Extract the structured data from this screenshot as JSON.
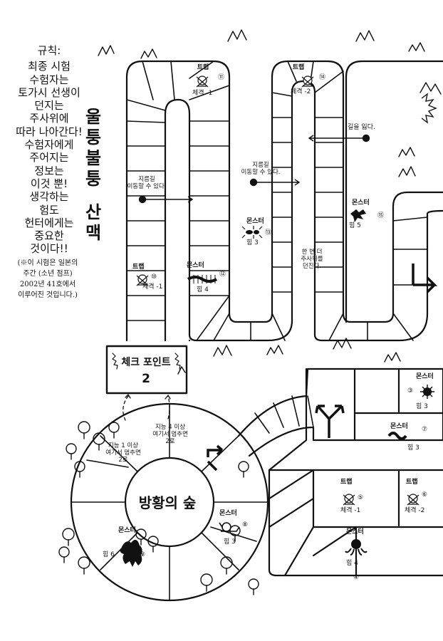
{
  "rules": {
    "heading": "규칙:",
    "lines": [
      "최종 시험",
      "수험자는",
      "토가시 선생이",
      "던지는",
      "주사위에",
      "따라 나아간다!",
      "수험자에게",
      "주어지는",
      "정보는",
      "이것 뿐!",
      "생각하는",
      "험도",
      "헌터에게는",
      "중요한",
      "것이다!!"
    ],
    "note": [
      "(※이 시험은 일본의",
      "주간 (소년 점프)",
      "2002년 41호에서",
      "이루어진 것입니다.)"
    ]
  },
  "mountain_title": [
    "울",
    "퉁",
    "불",
    "퉁",
    "산",
    "맥"
  ],
  "checkpoint": {
    "label": "체크 포인트",
    "number": "2"
  },
  "forest": {
    "label": "방황의 숲"
  },
  "spaces": {
    "s3": {
      "kind": "몬스터",
      "num": "③",
      "stat": "힘 3",
      "icon": "spiky-ball-icon"
    },
    "s4": {
      "kind": "몬스터",
      "num": "④",
      "stat": "힘 4",
      "icon": "octopus-icon"
    },
    "s5": {
      "kind": "트랩",
      "num": "⑤",
      "stat": "체격 -1",
      "icon": "skull-icon"
    },
    "s6": {
      "kind": "트랩",
      "num": "⑥",
      "stat": "체격 -2",
      "icon": "skull-icon"
    },
    "s7": {
      "kind": "몬스터",
      "num": "⑦",
      "stat": "힘 3",
      "icon": "snake-icon"
    },
    "s8": {
      "kind": "몬스터",
      "num": "⑧",
      "stat": "힘 3",
      "icon": "snail-icon"
    },
    "s9": {
      "kind": "몬스터",
      "num": "⑨",
      "stat": "힘 6",
      "icon": "beast-icon"
    },
    "s10": {
      "kind": "트랩",
      "num": "⑩",
      "stat": "체격 -1",
      "icon": "skull-icon"
    },
    "s11": {
      "kind": "트랩",
      "num": "⑪",
      "stat": "체격 -1",
      "icon": "skull-icon"
    },
    "s12": {
      "kind": "몬스터",
      "num": "⑫",
      "stat": "힘 4",
      "icon": "centipede-icon"
    },
    "s13": {
      "kind": "몬스터",
      "num": "⑬",
      "stat": "힘 3",
      "icon": "ant-icon"
    },
    "s14": {
      "kind": "트랩",
      "num": "⑭",
      "stat": "체격 -2",
      "icon": "skull-icon"
    },
    "s15": {
      "kind": "몬스터",
      "num": "⑮",
      "stat": "힘 5",
      "icon": "bird-icon"
    }
  },
  "notes": {
    "shortcut_left": [
      "지름길",
      "이동할 수 있다."
    ],
    "shortcut_mid": [
      "지름길",
      "이동할 수 있다."
    ],
    "lost_way": "길을 잃다.",
    "roll_again": [
      "한 번 더",
      "주사위를",
      "던진다."
    ],
    "int1": [
      "지능 1 이상",
      "여기서 멈추면",
      "2로"
    ],
    "int4": [
      "지능 4 이상",
      "여기서 멈추면",
      "2로"
    ]
  }
}
